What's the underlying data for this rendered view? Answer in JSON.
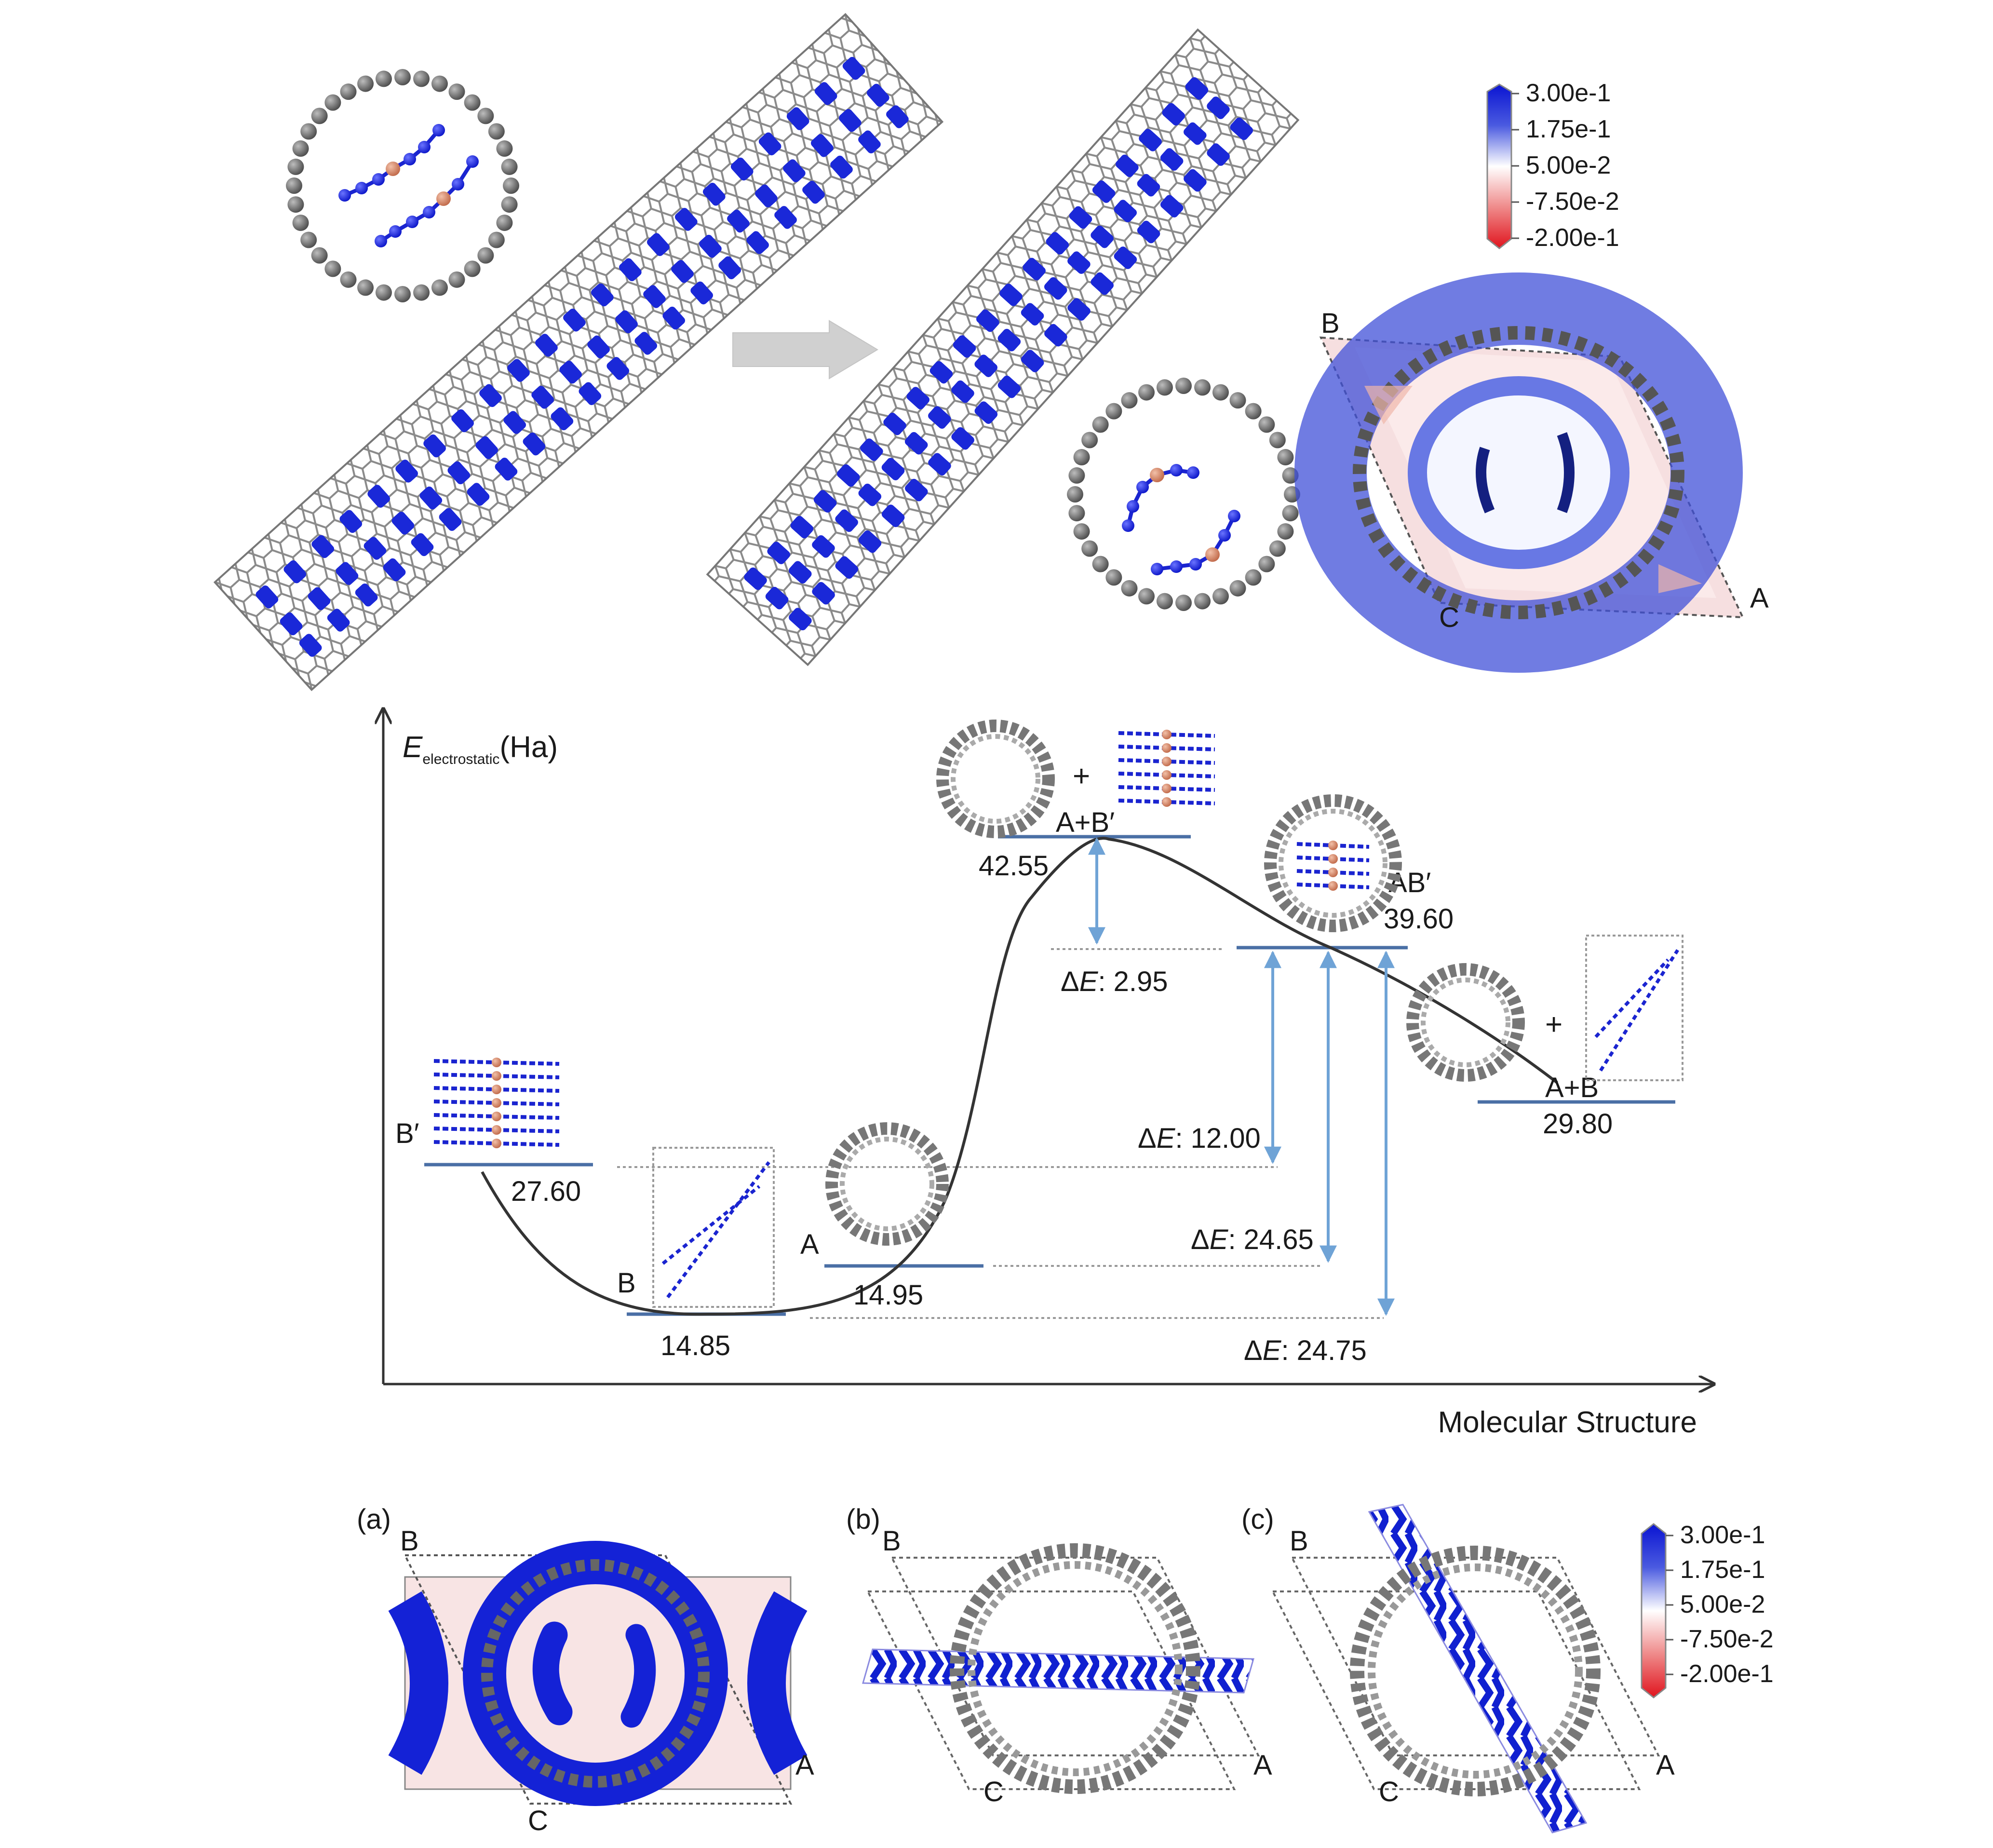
{
  "colorbar_top": {
    "ticks": [
      "3.00e-1",
      "1.75e-1",
      "5.00e-2",
      "-7.50e-2",
      "-2.00e-1"
    ],
    "colors": {
      "high": "#0a14d2",
      "mid": "#ffffff",
      "low": "#e0141e"
    }
  },
  "colorbar_bottom": {
    "ticks": [
      "3.00e-1",
      "1.75e-1",
      "5.00e-2",
      "-7.50e-2",
      "-2.00e-1"
    ]
  },
  "density_map_top": {
    "label_b": "B",
    "label_c": "C",
    "label_a": "A"
  },
  "diagram": {
    "y_axis_symbol": "E",
    "y_axis_subscript": "electrostatic",
    "y_axis_unit": "(Ha)",
    "x_axis_label": "Molecular Structure",
    "levels": [
      {
        "state": "B′",
        "energy": "27.60"
      },
      {
        "state": "B",
        "energy": "14.85"
      },
      {
        "state": "A",
        "energy": "14.95"
      },
      {
        "state": "A+B′",
        "energy": "42.55"
      },
      {
        "state": "AB′",
        "energy": "39.60"
      },
      {
        "state": "A+B",
        "energy": "29.80"
      }
    ],
    "plus_sign": "+",
    "delta_symbol": "Δ",
    "delta_var": "E",
    "deltas": [
      {
        "value": ": 2.95"
      },
      {
        "value": ": 12.00"
      },
      {
        "value": ": 24.65"
      },
      {
        "value": ": 24.75"
      }
    ]
  },
  "panels": [
    {
      "tag": "(a)",
      "label_b": "B",
      "label_c": "C",
      "label_a": "A"
    },
    {
      "tag": "(b)",
      "label_b": "B",
      "label_c": "C",
      "label_a": "A"
    },
    {
      "tag": "(c)",
      "label_b": "B",
      "label_c": "C",
      "label_a": "A"
    }
  ]
}
